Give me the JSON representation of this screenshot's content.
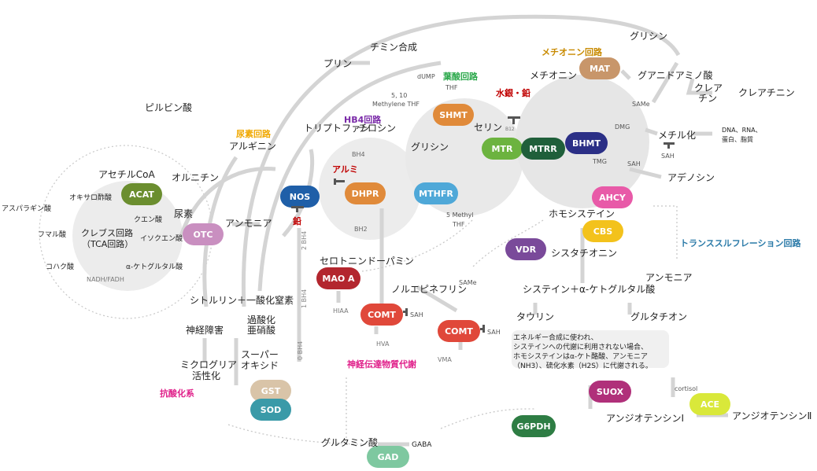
{
  "colors": {
    "ACAT": "#6b8e2f",
    "OTC": "#c98fc0",
    "NOS": "#1f5fa8",
    "DHPR": "#e08a3a",
    "MTHFR": "#4fa8d8",
    "SHMT": "#e08a3a",
    "MTR": "#6cb33f",
    "MTRR": "#1f5f3a",
    "BHMT": "#2b2f86",
    "MAT": "#c8966a",
    "AHCY": "#e85aa8",
    "CBS": "#f3c21c",
    "VDR": "#7a4a9a",
    "MAOA": "#b3262e",
    "COMT": "#e0483a",
    "GST": "#d9c4a8",
    "SOD": "#3a9aa8",
    "GAD": "#7ec8a0",
    "SUOX": "#b0307a",
    "G6PDH": "#2e7d44",
    "ACE": "#d9e83a",
    "section_urea": "#f0a800",
    "section_folate": "#2aa84a",
    "section_hb4": "#7a2aa8",
    "section_methionine": "#c88a00",
    "section_transsulfuration": "#2a7aa8",
    "section_neuro": "#e0208a",
    "section_antioxidant": "#e0208a",
    "metal": "#c00000",
    "inhibitor": "#555555"
  },
  "icons": [
    "inhibitor-t-icon"
  ],
  "enzymes": {
    "ACAT": "ACAT",
    "OTC": "OTC",
    "NOS": "NOS",
    "DHPR": "DHPR",
    "MTHFR": "MTHFR",
    "SHMT": "SHMT",
    "MTR": "MTR",
    "MTRR": "MTRR",
    "BHMT": "BHMT",
    "MAT": "MAT",
    "AHCY": "AHCY",
    "CBS": "CBS",
    "VDR": "VDR",
    "MAOA": "MAO A",
    "COMT1": "COMT",
    "COMT2": "COMT",
    "GST": "GST",
    "SOD": "SOD",
    "GAD": "GAD",
    "SUOX": "SUOX",
    "G6PDH": "G6PDH",
    "ACE": "ACE"
  },
  "sections": {
    "urea": "尿素回路",
    "folate": "葉酸回路",
    "hb4": "HB4回路",
    "methionine": "メチオニン回路",
    "transsulfuration": "トランススルフレーション回路",
    "neuro": "神経伝達物質代謝",
    "antioxidant": "抗酸化系"
  },
  "metals": {
    "aluminum": "アルミ",
    "lead": "鉛",
    "mercury_lead": "水銀・鉛"
  },
  "labels": {
    "pyruvate": "ピルビン酸",
    "acetylcoa": "アセチルCoA",
    "oxaloacetate": "オキサロ酢酸",
    "asparagine": "アスパラギン酸",
    "citrate": "クエン酸",
    "fumarate": "フマル酸",
    "krebs1": "クレブス回路",
    "krebs2": "（TCA回路）",
    "isocitrate": "イソクエン酸",
    "succinate": "コハク酸",
    "akg": "α-ケトグルタル酸",
    "nadh": "NADH/FADH",
    "ornithine": "オルニチン",
    "urea": "尿素",
    "ammonia1": "アンモニア",
    "arginine": "アルギニン",
    "citrulline": "シトルリン＋一酸化窒素",
    "neuro_damage": "神経障害",
    "micro1": "ミクログリア",
    "micro2": "活性化",
    "peroxide1": "過酸化",
    "peroxide2": "亜硝酸",
    "superox1": "スーパー",
    "superox2": "オキシド",
    "bh4a": "2 BH4",
    "bh4b": "1 BH4",
    "bh4c": "0 BH4",
    "bh4": "BH4",
    "bh2": "BH2",
    "tryptophan": "トリプトファン",
    "tyrosine": "チロシン",
    "serotonin": "セロトニン",
    "dopamine": "ドーパミン",
    "noradrenaline": "ノルエピネフリン",
    "hiaa": "HIAA",
    "hva": "HVA",
    "vma": "VMA",
    "sah1": "SAH",
    "sah2": "SAH",
    "same1": "SAMe",
    "purine": "プリン",
    "thymidine": "チミン合成",
    "dump": "dUMP",
    "methylene1": "5, 10",
    "methylene2": "Methylene THF",
    "thf": "THF",
    "glycine1": "グリシン",
    "serine": "セリン",
    "b12": "B12",
    "methylthf1": "5 Methyl",
    "methylthf2": "THF",
    "methionine": "メチオニン",
    "glycine2": "グリシン",
    "guanidino": "グアニドアミノ酸",
    "creatine1": "クレア",
    "creatine2": "チン",
    "creatinine": "クレアチニン",
    "same2": "SAMe",
    "dmg": "DMG",
    "methylation": "メチル化",
    "dna1": "DNA、RNA、",
    "dna2": "蛋白、脂質",
    "sah3": "SAH",
    "tmg": "TMG",
    "sah4": "SAH",
    "adenosine": "アデノシン",
    "homocysteine": "ホモシステイン",
    "cystathionine": "シスタチオニン",
    "ammonia2": "アンモニア",
    "cysteine": "システイン＋α-ケトグルタル酸",
    "taurine": "タウリン",
    "glutathione": "グルタチオン",
    "note1": "エネルギー合成に使われ、",
    "note2": "システインへの代謝に利用されない場合、",
    "note3": "ホモシステインはα-ケト酪酸、アンモニア",
    "note4": "（NH3）、硫化水素（H2S）に代謝される。",
    "cortisol": "cortisol",
    "angio1": "アンジオテンシンⅠ",
    "angio2": "アンジオテンシンⅡ",
    "glutamate": "グルタミン酸",
    "gaba": "GABA"
  }
}
